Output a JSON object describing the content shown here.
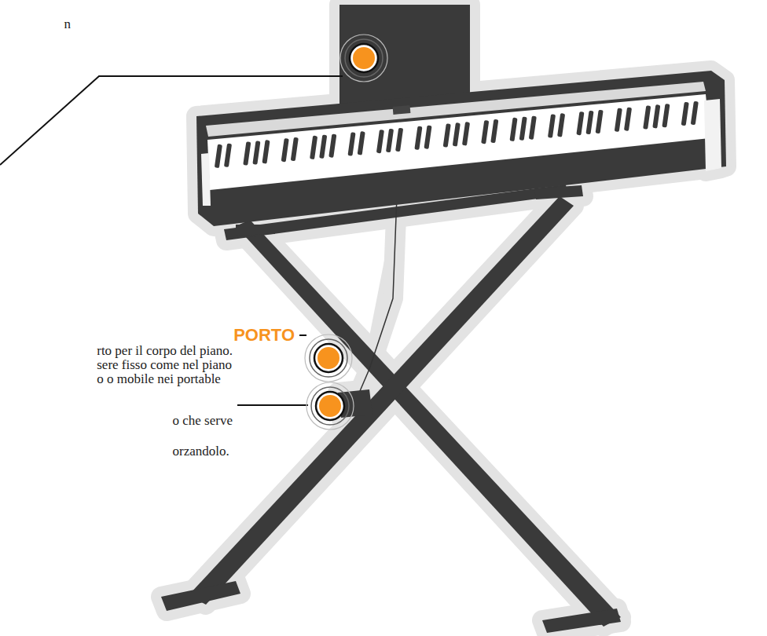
{
  "diagram": {
    "labels": [
      "n",
      "PORTO",
      "rto per il corpo del piano.",
      "sere fisso come nel piano",
      "o o mobile nei portable",
      "o che serve",
      "orzandolo."
    ]
  }
}
